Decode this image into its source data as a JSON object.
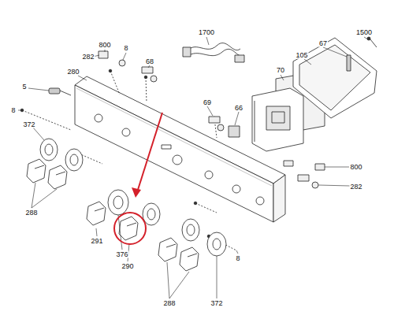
{
  "diagram": {
    "labels": [
      "800",
      "282",
      "8",
      "68",
      "1700",
      "1500",
      "67",
      "105",
      "5",
      "280",
      "70",
      "8",
      "372",
      "69",
      "66",
      "800",
      "282",
      "288",
      "291",
      "376",
      "290",
      "288",
      "372",
      "8"
    ]
  }
}
